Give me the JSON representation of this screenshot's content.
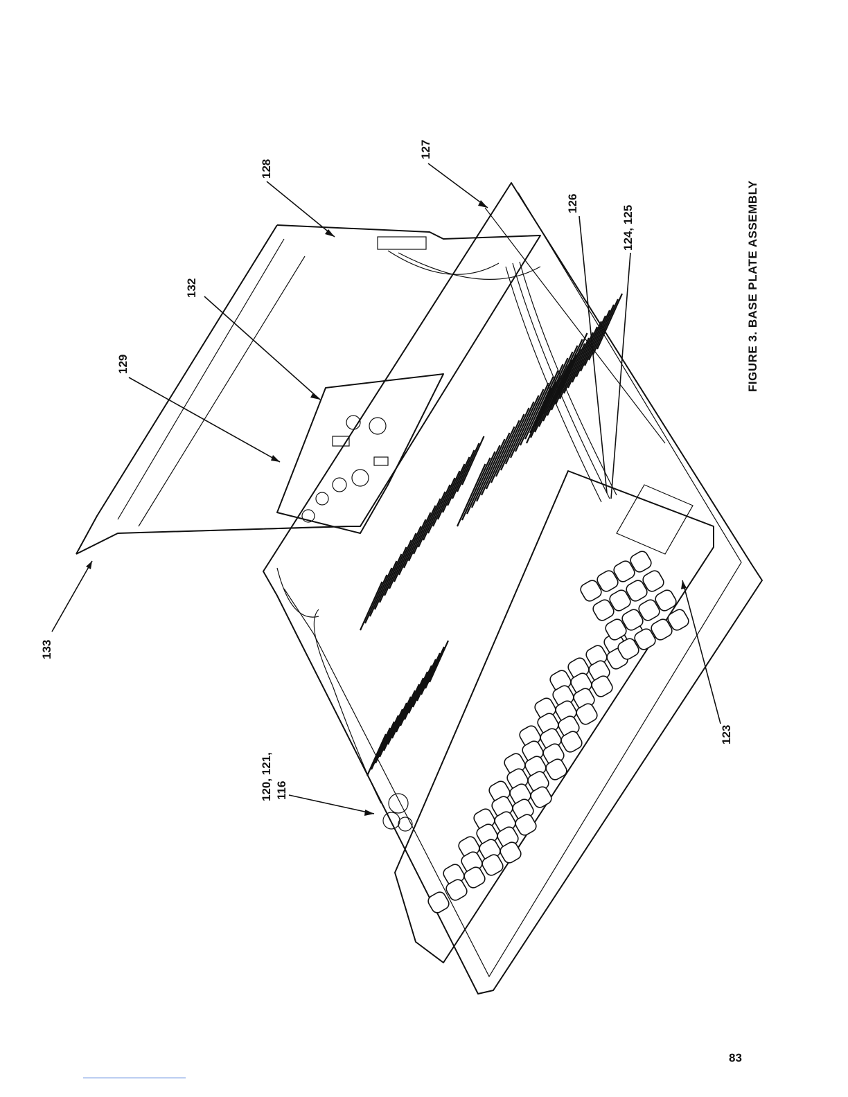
{
  "figure": {
    "caption": "FIGURE 3.  BASE PLATE ASSEMBLY",
    "callouts": [
      {
        "id": "c133",
        "label": "133"
      },
      {
        "id": "c129",
        "label": "129"
      },
      {
        "id": "c132",
        "label": "132"
      },
      {
        "id": "c128",
        "label": "128"
      },
      {
        "id": "c127",
        "label": "127"
      },
      {
        "id": "c126",
        "label": "126"
      },
      {
        "id": "c124",
        "label": "124, 125"
      },
      {
        "id": "c123",
        "label": "123"
      },
      {
        "id": "c120a",
        "label": "120, 121,"
      },
      {
        "id": "c120b",
        "label": "116"
      }
    ]
  },
  "page": {
    "number": "83"
  }
}
